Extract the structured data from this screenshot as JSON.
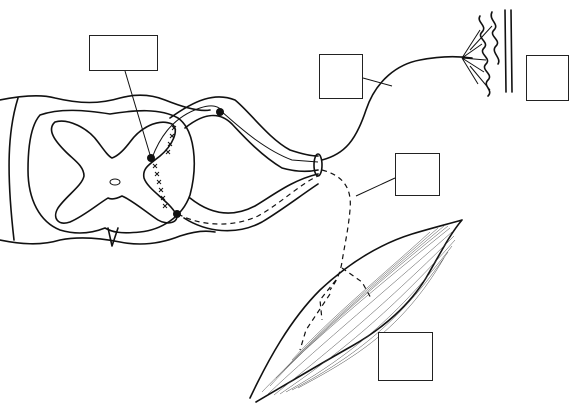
{
  "diagram": {
    "label_boxes": [
      {
        "id": "box-1",
        "text": ""
      },
      {
        "id": "box-2",
        "text": ""
      },
      {
        "id": "box-3",
        "text": ""
      },
      {
        "id": "box-4",
        "text": ""
      },
      {
        "id": "box-5",
        "text": ""
      }
    ]
  }
}
